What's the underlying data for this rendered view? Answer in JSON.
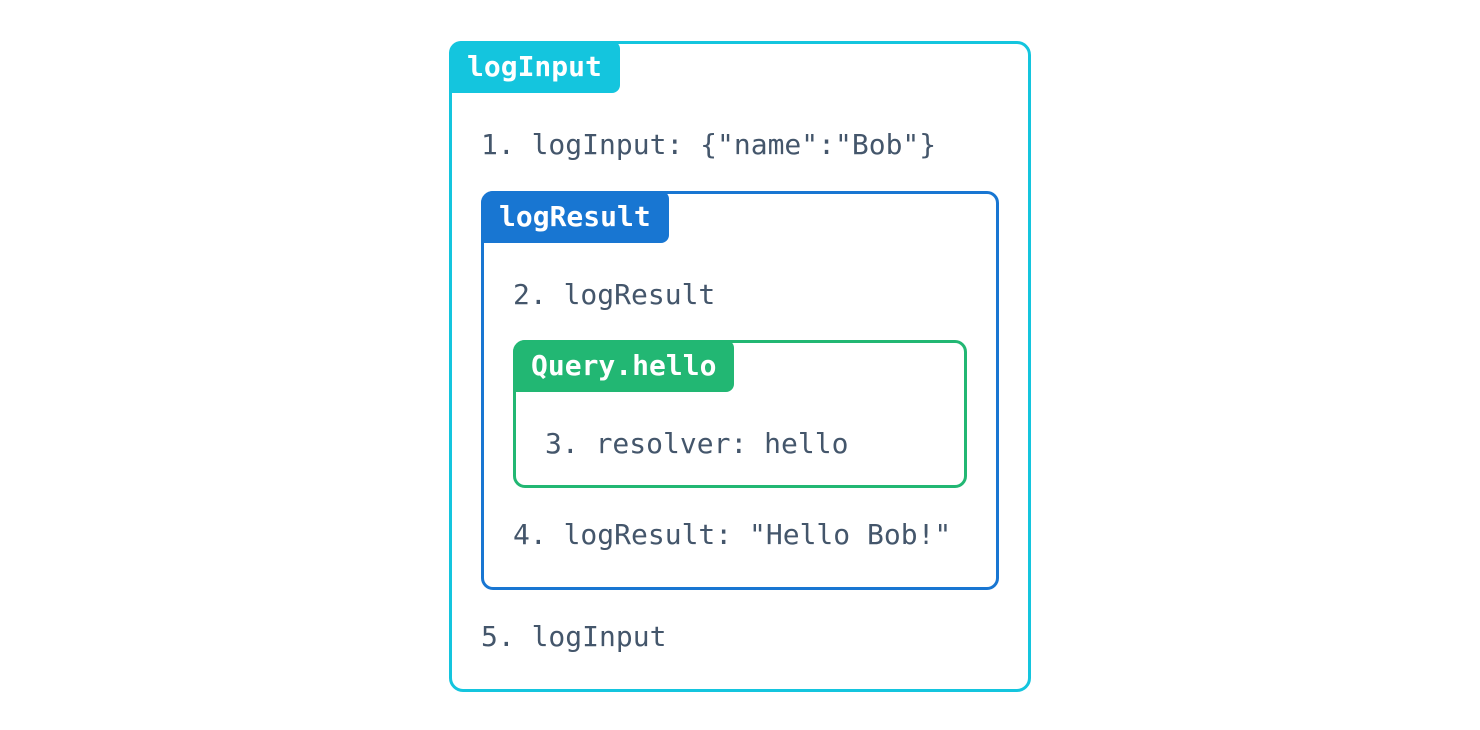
{
  "colors": {
    "cyan": "#14c5de",
    "blue": "#1876d2",
    "green": "#22b773",
    "text": "#44566b",
    "bg": "#ffffff"
  },
  "diagram": {
    "outer": {
      "label": "logInput",
      "line_before": "1. logInput: {\"name\":\"Bob\"}",
      "line_after": "5. logInput"
    },
    "middle": {
      "label": "logResult",
      "line_before": "2. logResult",
      "line_after": "4. logResult: \"Hello Bob!\""
    },
    "inner": {
      "label": "Query.hello",
      "line": "3. resolver: hello"
    }
  }
}
